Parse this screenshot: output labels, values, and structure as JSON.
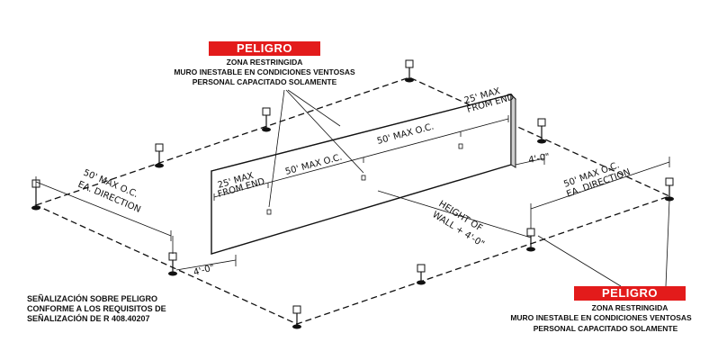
{
  "sign_top": {
    "header": "PELIGRO",
    "lines": [
      "ZONA RESTRINGIDA",
      "MURO INESTABLE EN CONDICIONES VENTOSAS",
      "PERSONAL CAPACITADO SOLAMENTE"
    ]
  },
  "sign_bottom": {
    "header": "PELIGRO",
    "lines": [
      "ZONA RESTRINGIDA",
      "MURO INESTABLE EN CONDICIONES VENTOSAS",
      "PERSONAL CAPACITADO SOLAMENTE"
    ]
  },
  "note": {
    "lines": [
      "SEÑALIZACIÓN SOBRE PELIGRO",
      "CONFORME A LOS REQUISITOS DE",
      "SEÑALIZACIÓN DE R 408.40207"
    ]
  },
  "dimensions": {
    "left_spacing": [
      "50' MAX O.C.",
      "EA. DIRECTION"
    ],
    "right_spacing": [
      "50' MAX O.C.",
      "EA. DIRECTION"
    ],
    "wall_left_end": [
      "25' MAX",
      "FROM END"
    ],
    "wall_right_end": [
      "25' MAX",
      "FROM END"
    ],
    "wall_spacing_1": "50' MAX O.C.",
    "wall_spacing_2": "50' MAX O.C.",
    "height_of_wall": [
      "HEIGHT OF",
      "WALL + 4'-0\""
    ],
    "offset_left": "4'-0\"",
    "offset_right": "4'-0\""
  }
}
